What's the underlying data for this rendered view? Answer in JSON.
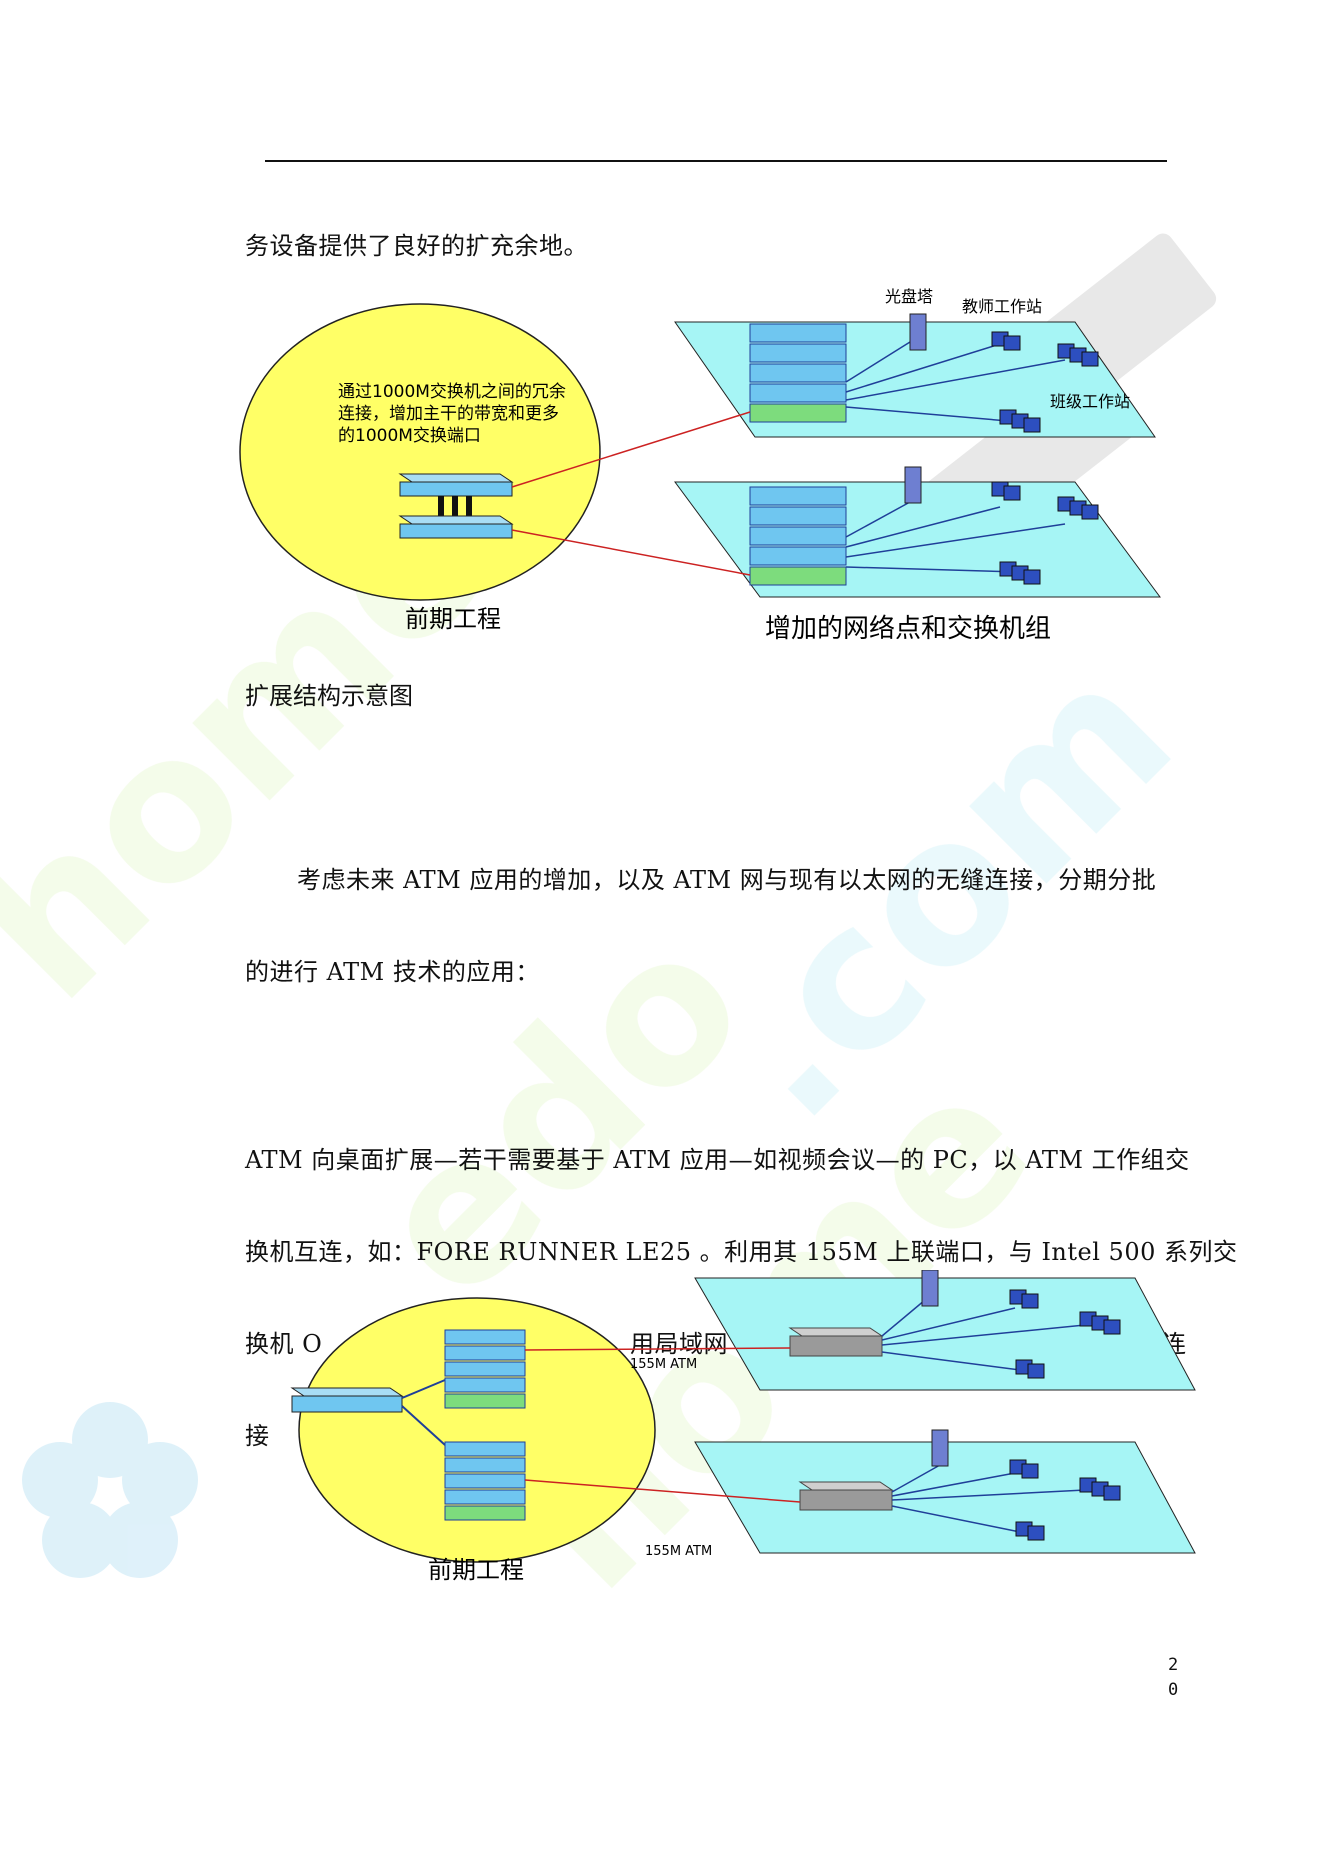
{
  "paragraphs": {
    "p1": "务设备提供了良好的扩充余地。",
    "caption1": "扩展结构示意图",
    "p2_line1": "考虑未来 ATM 应用的增加，以及 ATM 网与现有以太网的无缝连接，分期分批",
    "p2_line2": "的进行 ATM 技术的应用：",
    "p3_line1": "ATM 向桌面扩展—若干需要基于 ATM 应用—如视频会议—的 PC，以 ATM 工作组交",
    "p3_line2": "换机互连，如：FORE RUNNER LE25 。利用其 155M 上联端口，与 Intel 500 系列交",
    "p3_line3_left": "换机 O",
    "p3_line3_mid": "用局域网",
    "p3_line3_right": "连",
    "p3_line4_left": "接"
  },
  "diagram1": {
    "ellipse_note_line1": "通过1000M交换机之间的冗余",
    "ellipse_note_line2": "连接，增加主干的带宽和更多",
    "ellipse_note_line3": "的1000M交换端口",
    "left_label": "前期工程",
    "right_label": "增加的网络点和交换机组",
    "label_server": "光盘塔",
    "label_teacher": "教师工作站",
    "label_class": "班级工作站"
  },
  "diagram2": {
    "left_label": "前期工程",
    "link_label_top": "155M ATM",
    "link_label_bottom": "155M ATM"
  },
  "page_number": {
    "line1": "2",
    "line2": "0"
  },
  "colors": {
    "ellipse_fill": "#ffff66",
    "platform_fill": "#a6f5f5",
    "link_red": "#cc2222",
    "link_blue": "#1f3f99",
    "switch_fill": "#6fc6f0"
  }
}
